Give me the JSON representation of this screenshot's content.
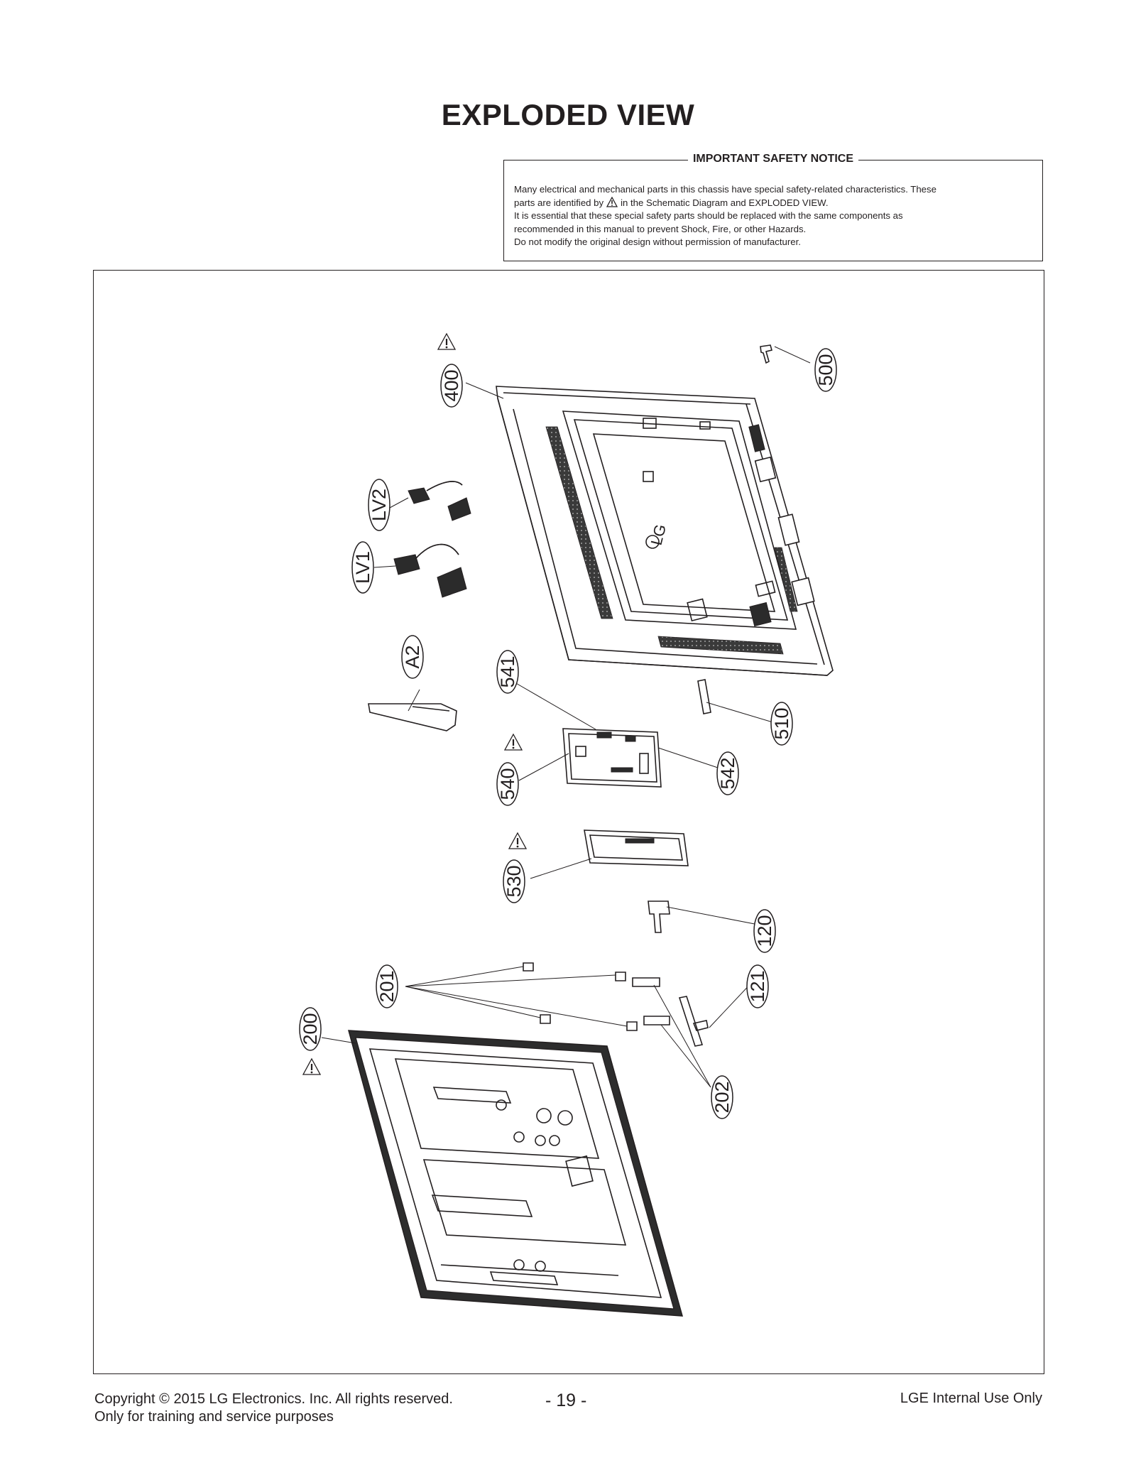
{
  "page": {
    "title": "EXPLODED VIEW"
  },
  "notice": {
    "title": "IMPORTANT SAFETY NOTICE",
    "line1": "Many electrical and mechanical parts in this chassis have special safety-related characteristics. These",
    "line2_before": "parts are identified by",
    "line2_after": "in the Schematic Diagram and EXPLODED VIEW.",
    "line3": "It is essential that these special safety parts should be replaced with the same components as",
    "line4": "recommended in this manual to prevent Shock, Fire, or other Hazards.",
    "line5": "Do not modify the original design without permission of manufacturer."
  },
  "diagram": {
    "part_labels": {
      "p400": "400",
      "p500": "500",
      "lv2": "LV2",
      "lv1": "LV1",
      "a2": "A2",
      "p541": "541",
      "p510": "510",
      "p540": "540",
      "p542": "542",
      "p530": "530",
      "p120": "120",
      "p201": "201",
      "p121": "121",
      "p200": "200",
      "p202": "202"
    },
    "logo_text": "LG",
    "safety_marked_parts": [
      "400",
      "540",
      "530",
      "200"
    ]
  },
  "footer": {
    "copyright": "Copyright  © 2015  LG Electronics. Inc. All rights reserved.",
    "purpose": "Only for training and service purposes",
    "page_number": "- 19 -",
    "internal": "LGE Internal Use Only"
  }
}
